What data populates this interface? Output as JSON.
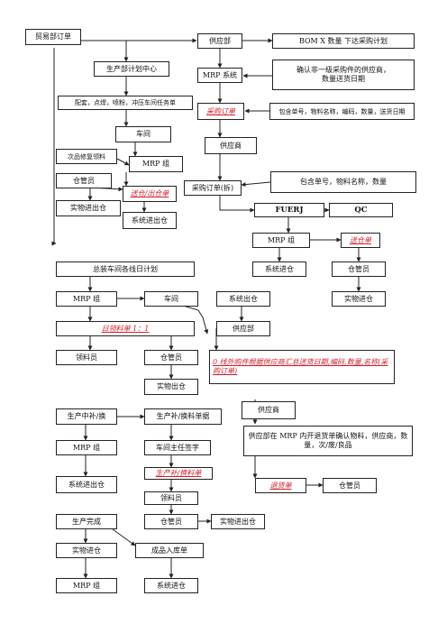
{
  "nodes": {
    "trade_order": "贸易部订单",
    "supply_dept_1": "供应部",
    "bomx_plan": "BOM X 数量 下达采购计划",
    "prod_plan_center": "生产部计划中心",
    "mrp_system": "MRP 系统",
    "confirm_supplier": "确认非一级采购件的供应商，数量送货日期",
    "workshop_tasks": "配套，点焊，喷粉，冲压车间任务单",
    "purchase_order_1": "采购订单",
    "po_details_1": "包含单号，物料名称，编码，数量，送货日期",
    "workshop_1": "车间",
    "supplier_1": "供应商",
    "defect_repair": "次品修复领料",
    "mrp_group_1": "MRP 组",
    "purchase_order_2": "采购订单(拆)",
    "po_details_2": "包含单号，物料名称，数量",
    "warehouse_keeper_1": "仓管员",
    "issue_slip": "送仓/出仓单",
    "physical_in_1": "实物进出仓",
    "system_in_out_1": "系统进出仓",
    "fuerj": "FUERJ",
    "qc": "QC",
    "mrp_group_2": "MRP 组",
    "receipt_slip": "送仓单",
    "line_plan": "总装车间各线日计划",
    "system_in_1": "系统进仓",
    "warehouse_keeper_2": "仓管员",
    "mrp_group_3": "MRP 组",
    "workshop_2": "车间",
    "system_out_1": "系统出仓",
    "physical_in_2": "实物进仓",
    "daily_pick": "日领料单 1：1",
    "supply_dept_2": "供应部",
    "picker_1": "领料员",
    "warehouse_keeper_3": "仓管员",
    "outsourced_note": "0 线外购件根据供应商汇总送货日期,编码,数量,名称(采购订单)",
    "physical_out_1": "实物出仓",
    "prod_supplement": "生产中补/换",
    "supplement_slip_1": "生产补/换料单据",
    "supplier_2": "供应商",
    "supplier_return_note": "供应部在 MRP 内开退货单确认物料，供应商，数量，次/废/良品",
    "mrp_group_4": "MRP 组",
    "workshop_director": "车间主任签字",
    "supplement_slip_2": "生产补/换料单",
    "system_in_out_2": "系统进出仓",
    "return_slip": "退货单",
    "warehouse_keeper_4": "仓管员",
    "picker_2": "领料员",
    "prod_complete": "生产完成",
    "warehouse_keeper_5": "仓管员",
    "physical_in_out_2": "实物进出仓",
    "physical_in_3": "实物进仓",
    "finished_receipt": "成品入库单",
    "mrp_group_5": "MRP 组",
    "system_in_2": "系统进仓"
  }
}
